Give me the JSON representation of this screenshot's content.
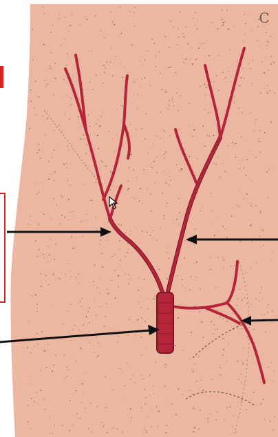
{
  "figure": {
    "corner_letter": "C",
    "colors": {
      "background": "#ffffff",
      "skin": "#ecb7a1",
      "skin_shadow": "#d89c84",
      "stipple": "#6b4e42",
      "artery": "#b5253a",
      "artery_dark": "#7a1526",
      "pointer": "#111111",
      "highlight": "#e02020"
    },
    "pointers": [
      {
        "id": "left-branch-pointer",
        "icon": "arrow-icon"
      },
      {
        "id": "right-branch-pointer",
        "icon": "arrow-icon"
      },
      {
        "id": "main-trunk-pointer",
        "icon": "arrow-icon"
      },
      {
        "id": "lower-branch-pointer",
        "icon": "arrow-icon"
      }
    ],
    "cursor_icon": "mouse-cursor-icon"
  }
}
